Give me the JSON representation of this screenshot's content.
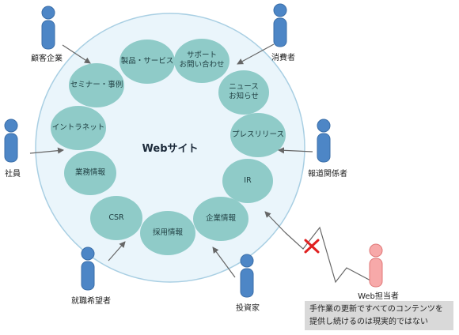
{
  "center": {
    "title": "Webサイト"
  },
  "nodes": [
    {
      "lines": [
        "製品・サービス"
      ]
    },
    {
      "lines": [
        "サポート",
        "お問い合わせ"
      ]
    },
    {
      "lines": [
        "セミナー・事例"
      ]
    },
    {
      "lines": [
        "ニュース",
        "お知らせ"
      ]
    },
    {
      "lines": [
        "イントラネット"
      ]
    },
    {
      "lines": [
        "プレスリリース"
      ]
    },
    {
      "lines": [
        "業務情報"
      ]
    },
    {
      "lines": [
        "IR"
      ]
    },
    {
      "lines": [
        "CSR"
      ]
    },
    {
      "lines": [
        "採用情報"
      ]
    },
    {
      "lines": [
        "企業情報"
      ]
    }
  ],
  "actors": {
    "customer": "顧客企業",
    "consumer": "消費者",
    "employee": "社員",
    "press": "報道関係者",
    "job_seeker": "就職希望者",
    "investor": "投資家",
    "web_staff": "Web担当者"
  },
  "note": {
    "line1": "手作業の更新ですべてのコンテンツを",
    "line2": "提供し続けるのは現実的ではない"
  },
  "colors": {
    "circle_fill": "#eaf5fb",
    "circle_stroke": "#a9cfe3",
    "node_fill": "#8fcbc8",
    "person_fill": "#4d86c6",
    "person_stroke": "#3a6ea8",
    "web_staff_fill": "#f7a9a9",
    "web_staff_stroke": "#e07878",
    "cross": "#e02020",
    "note_bg": "#d9d9d9"
  }
}
